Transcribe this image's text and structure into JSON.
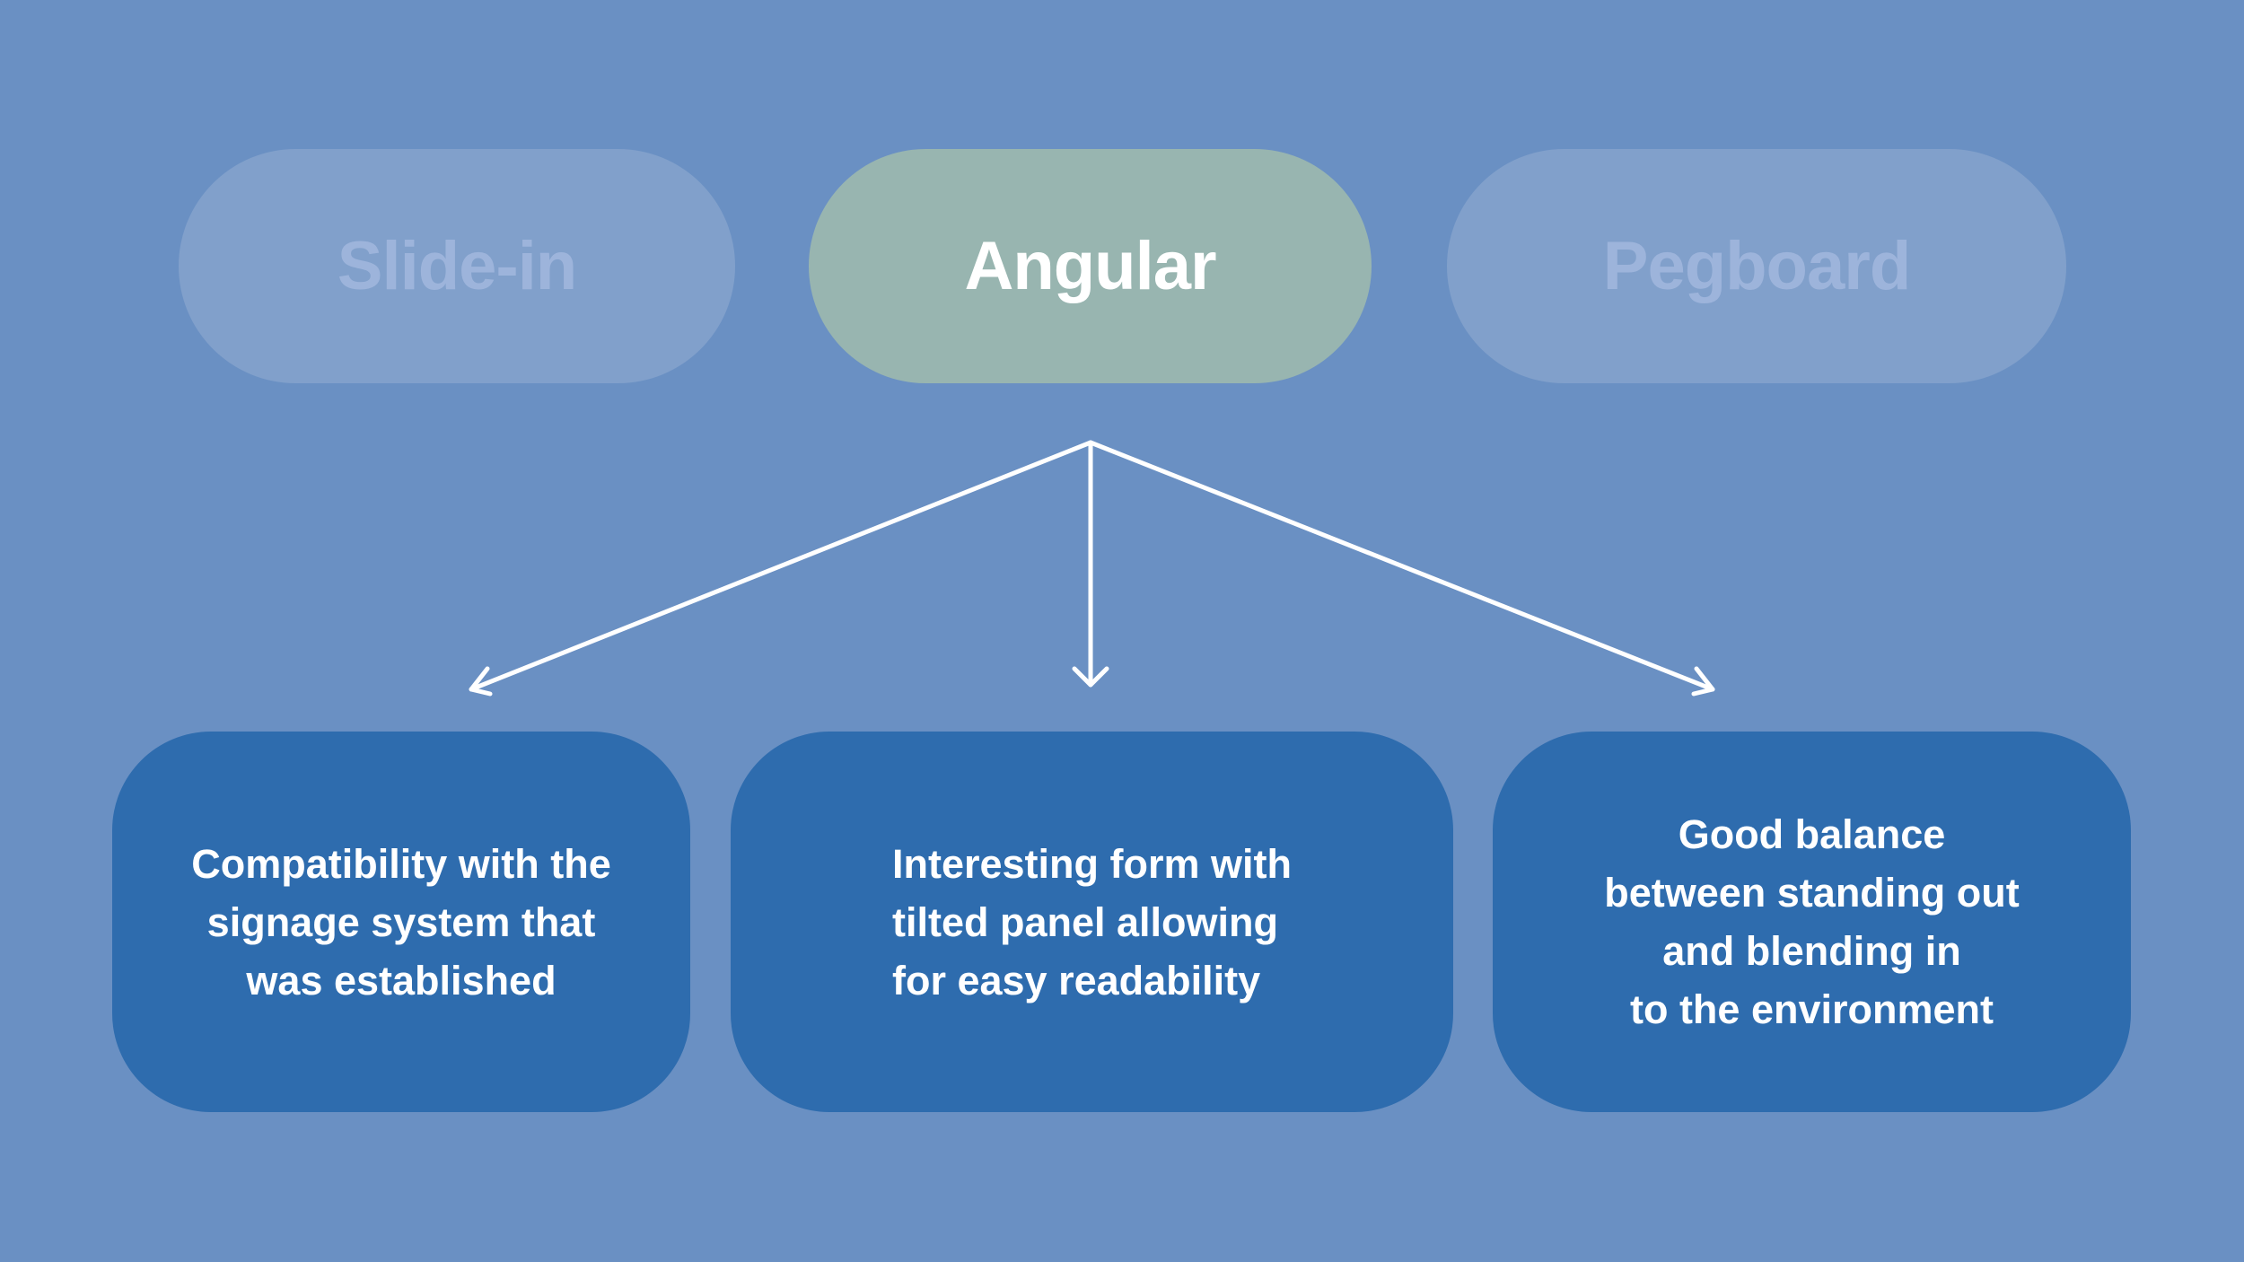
{
  "colors": {
    "background": "#6a90c3",
    "pill_dim": "#81a0cb",
    "pill_dim_text": "#9db4db",
    "pill_active": "#98b5b0",
    "card": "#2e6cae",
    "arrow": "#ffffff"
  },
  "options": [
    {
      "label": "Slide-in",
      "state": "inactive"
    },
    {
      "label": "Angular",
      "state": "selected"
    },
    {
      "label": "Pegboard",
      "state": "inactive"
    }
  ],
  "reasons": [
    {
      "text": "Compatibility with the\nsignage system that\nwas established"
    },
    {
      "text": "Interesting form with\ntilted panel allowing\nfor easy readability"
    },
    {
      "text": "Good balance\nbetween standing out\nand blending in\nto the environment"
    }
  ]
}
